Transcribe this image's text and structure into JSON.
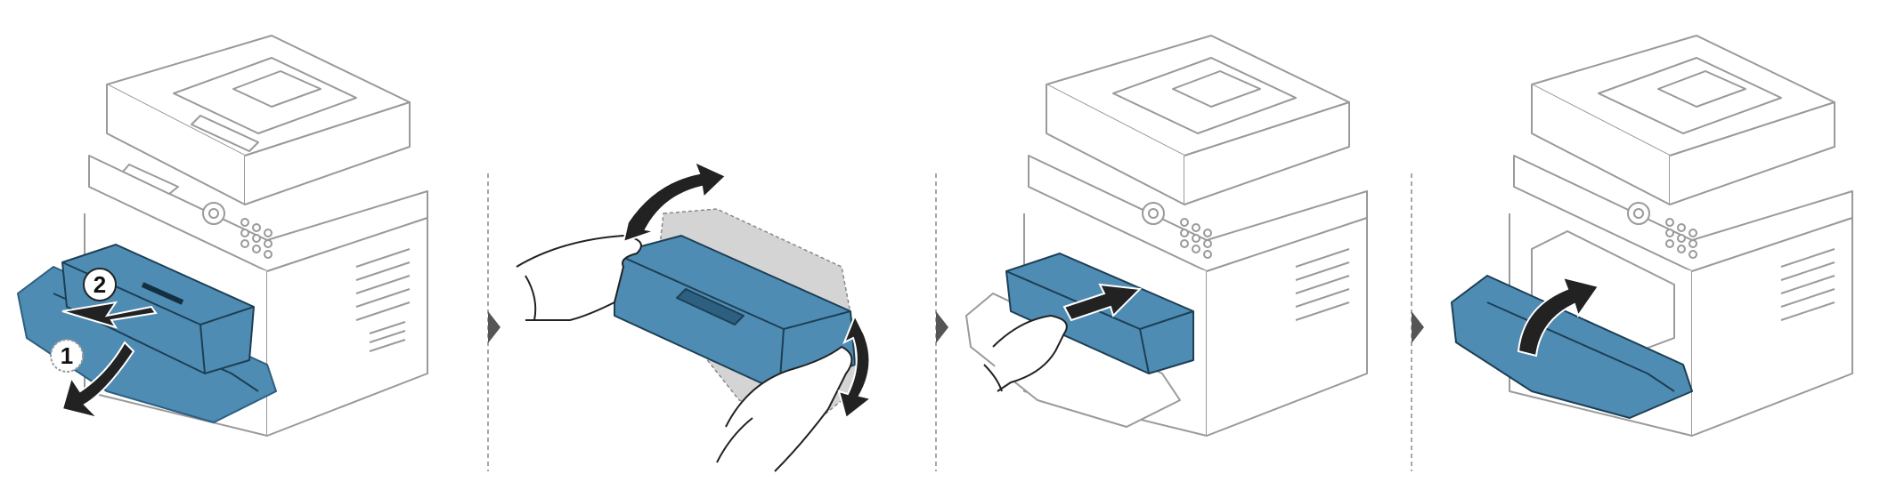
{
  "steps": [
    {
      "id": "step-1",
      "callouts": [
        "1",
        "2"
      ],
      "action": "open-front-cover-and-pull-out-toner"
    },
    {
      "id": "step-2",
      "callouts": [],
      "action": "shake-toner-cartridge"
    },
    {
      "id": "step-3",
      "callouts": [],
      "action": "insert-toner-cartridge"
    },
    {
      "id": "step-4",
      "callouts": [],
      "action": "close-front-cover"
    }
  ],
  "icons": {
    "step_arrow": "right-triangle-arrow-icon",
    "separator": "dashed-vertical-line"
  },
  "colors": {
    "toner": "#4f8cb3",
    "toner_dark": "#2d5f80",
    "outline": "#9a9a9a",
    "arrow": "#222222",
    "separator": "#8a8a8a",
    "step_arrow": "#555555",
    "callout_fill": "#ffffff"
  }
}
